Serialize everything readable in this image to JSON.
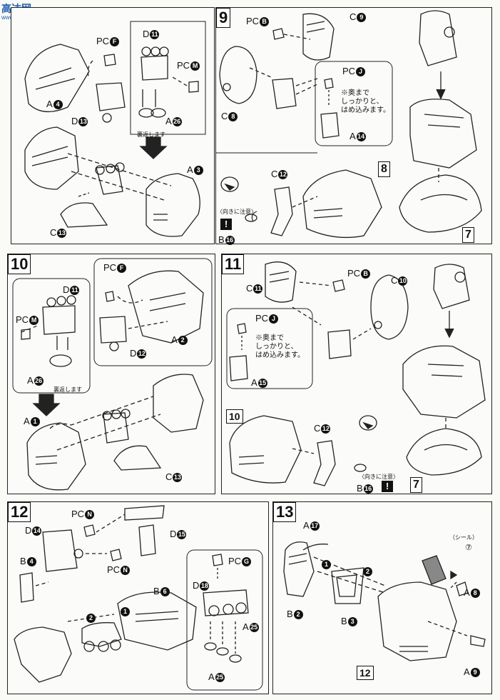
{
  "watermark": {
    "logo": "高达网",
    "url": "www.gundam.com"
  },
  "steps": {
    "s9": "9",
    "s10": "10",
    "s11": "11",
    "s12": "12",
    "s13": "13",
    "ref8": "8",
    "ref7a": "7",
    "ref10": "10",
    "ref7b": "7",
    "ref12": "12"
  },
  "labels": {
    "pcF": "PC",
    "pcF_c": "F",
    "d11": "D",
    "d11_c": "11",
    "pcM": "PC",
    "pcM_c": "M",
    "a4": "A",
    "a4_c": "4",
    "d13": "D",
    "d13_c": "13",
    "a26": "A",
    "a26_c": "26",
    "a3": "A",
    "a3_c": "3",
    "c13": "C",
    "c13_c": "13",
    "pcB": "PC",
    "pcB_c": "B",
    "c9": "C",
    "c9_c": "9",
    "c8": "C",
    "c8_c": "8",
    "pcJ": "PC",
    "pcJ_c": "J",
    "a14": "A",
    "a14_c": "14",
    "c12": "C",
    "c12_c": "12",
    "b16": "B",
    "b16_c": "16",
    "s10_pcF": "PC",
    "s10_pcF_c": "F",
    "s10_d11": "D",
    "s10_d11_c": "11",
    "s10_pcM": "PC",
    "s10_pcM_c": "M",
    "s10_a2": "A",
    "s10_a2_c": "2",
    "s10_d12": "D",
    "s10_d12_c": "12",
    "s10_a26": "A",
    "s10_a26_c": "26",
    "s10_a1": "A",
    "s10_a1_c": "1",
    "s10_c13": "C",
    "s10_c13_c": "13",
    "s11_c11": "C",
    "s11_c11_c": "11",
    "s11_pcB": "PC",
    "s11_pcB_c": "B",
    "s11_c10": "C",
    "s11_c10_c": "10",
    "s11_pcJ": "PC",
    "s11_pcJ_c": "J",
    "s11_a15": "A",
    "s11_a15_c": "15",
    "s11_c12": "C",
    "s11_c12_c": "12",
    "s11_b16": "B",
    "s11_b16_c": "16",
    "s12_pcN1": "PC",
    "s12_pcN1_c": "N",
    "s12_d14": "D",
    "s12_d14_c": "14",
    "s12_d15": "D",
    "s12_d15_c": "15",
    "s12_pcN2": "PC",
    "s12_pcN2_c": "N",
    "s12_b4": "B",
    "s12_b4_c": "4",
    "s12_b6": "B",
    "s12_b6_c": "6",
    "s12_pcG": "PC",
    "s12_pcG_c": "G",
    "s12_d18": "D",
    "s12_d18_c": "18",
    "s12_a25a": "A",
    "s12_a25a_c": "25",
    "s12_a25b": "A",
    "s12_a25b_c": "25",
    "s13_a17": "A",
    "s13_a17_c": "17",
    "s13_b2": "B",
    "s13_b2_c": "2",
    "s13_b3": "B",
    "s13_b3_c": "3",
    "s13_a8": "A",
    "s13_a8_c": "8",
    "s13_a9": "A",
    "s13_a9_c": "9"
  },
  "notes": {
    "reverse1": "裏返します",
    "reverse2": "裏返します",
    "press1_l1": "※奥まで",
    "press1_l2": "しっかりと、",
    "press1_l3": "はめ込みます。",
    "press2_l1": "※奥まで",
    "press2_l2": "しっかりと、",
    "press2_l3": "はめ込みます。",
    "caution1": "〈向きに注意〉",
    "caution2": "〈向きに注意〉",
    "seal": "（シール）",
    "seal_num": "⑦",
    "warn": "!",
    "order1": "1",
    "order2": "2",
    "order3": "1",
    "order4": "2"
  }
}
